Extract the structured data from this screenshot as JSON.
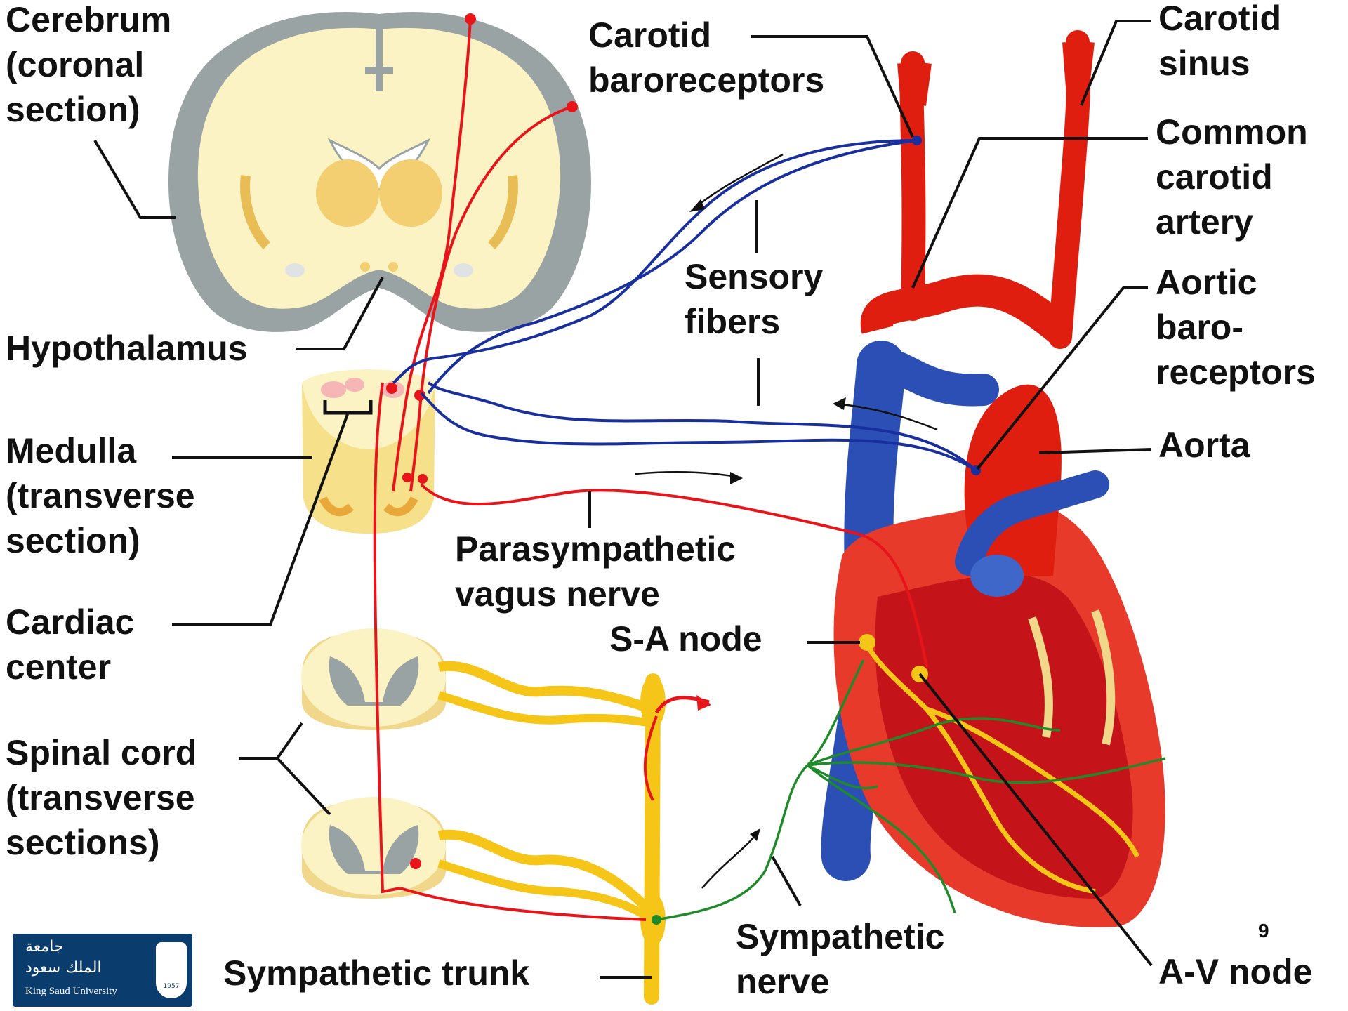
{
  "labels": {
    "cerebrum": "Cerebrum\n(coronal\nsection)",
    "hypothalamus": "Hypothalamus",
    "medulla": "Medulla\n(transverse\nsection)",
    "cardiac_center": "Cardiac\ncenter",
    "spinal_cord": "Spinal cord\n(transverse\nsections)",
    "sympathetic_trunk": "Sympathetic trunk",
    "carotid_baroreceptors": "Carotid\nbaroreceptors",
    "carotid_sinus": "Carotid\nsinus",
    "common_carotid_artery": "Common\ncarotid\nartery",
    "sensory_fibers": "Sensory\nfibers",
    "aortic_baroreceptors": "Aortic\nbaro-\nreceptors",
    "aorta": "Aorta",
    "parasympathetic_vagus_nerve": "Parasympathetic\nvagus nerve",
    "sa_node": "S-A node",
    "sympathetic_nerve": "Sympathetic\nnerve",
    "av_node": "A-V node"
  },
  "page_number": "9",
  "logo": {
    "arabic_line1": "جامعة",
    "arabic_line2": "الملك سعود",
    "english": "King Saud University",
    "year": "1957"
  },
  "colors": {
    "sensory_fiber": "#1a2f9e",
    "motor_fiber": "#e8141a",
    "sympathetic_fiber": "#1f8a2a",
    "nerve_trunk": "#f5c518",
    "brain_fill": "#fbf3c4",
    "brain_cortex": "#9aa3a3",
    "vein": "#2b4fb5",
    "artery": "#e01e10"
  }
}
